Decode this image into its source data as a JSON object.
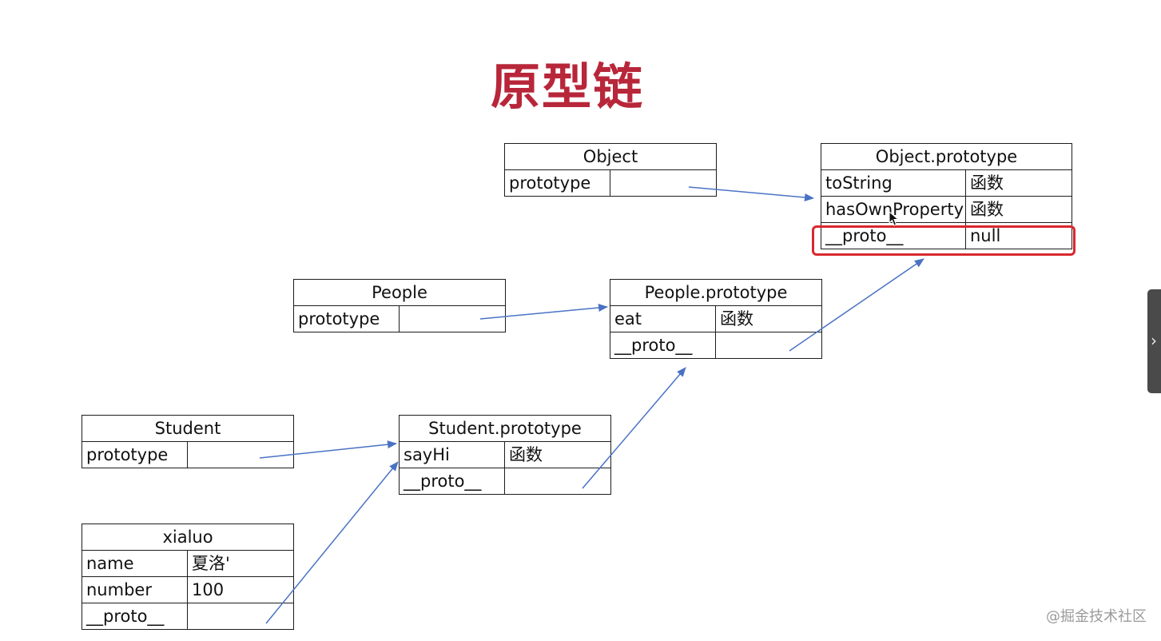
{
  "title": "原型链",
  "boxes": {
    "object": {
      "header": "Object",
      "rows": [
        [
          "prototype",
          ""
        ]
      ]
    },
    "object_prototype": {
      "header": "Object.prototype",
      "rows": [
        [
          "toString",
          "函数"
        ],
        [
          "hasOwnProperty",
          "函数"
        ],
        [
          "__proto__",
          "null"
        ]
      ]
    },
    "people": {
      "header": "People",
      "rows": [
        [
          "prototype",
          ""
        ]
      ]
    },
    "people_prototype": {
      "header": "People.prototype",
      "rows": [
        [
          "eat",
          "函数"
        ],
        [
          "__proto__",
          ""
        ]
      ]
    },
    "student": {
      "header": "Student",
      "rows": [
        [
          "prototype",
          ""
        ]
      ]
    },
    "student_prototype": {
      "header": "Student.prototype",
      "rows": [
        [
          "sayHi",
          "函数"
        ],
        [
          "__proto__",
          ""
        ]
      ]
    },
    "xialuo": {
      "header": "xialuo",
      "rows": [
        [
          "name",
          "夏洛'"
        ],
        [
          "number",
          "100"
        ],
        [
          "__proto__",
          ""
        ]
      ]
    }
  },
  "colors": {
    "title": "#b8263a",
    "arrow": "#4a72c4",
    "highlight": "#d8282f"
  },
  "side_tab_icon": "chevron-right-icon",
  "watermark": "@掘金技术社区"
}
